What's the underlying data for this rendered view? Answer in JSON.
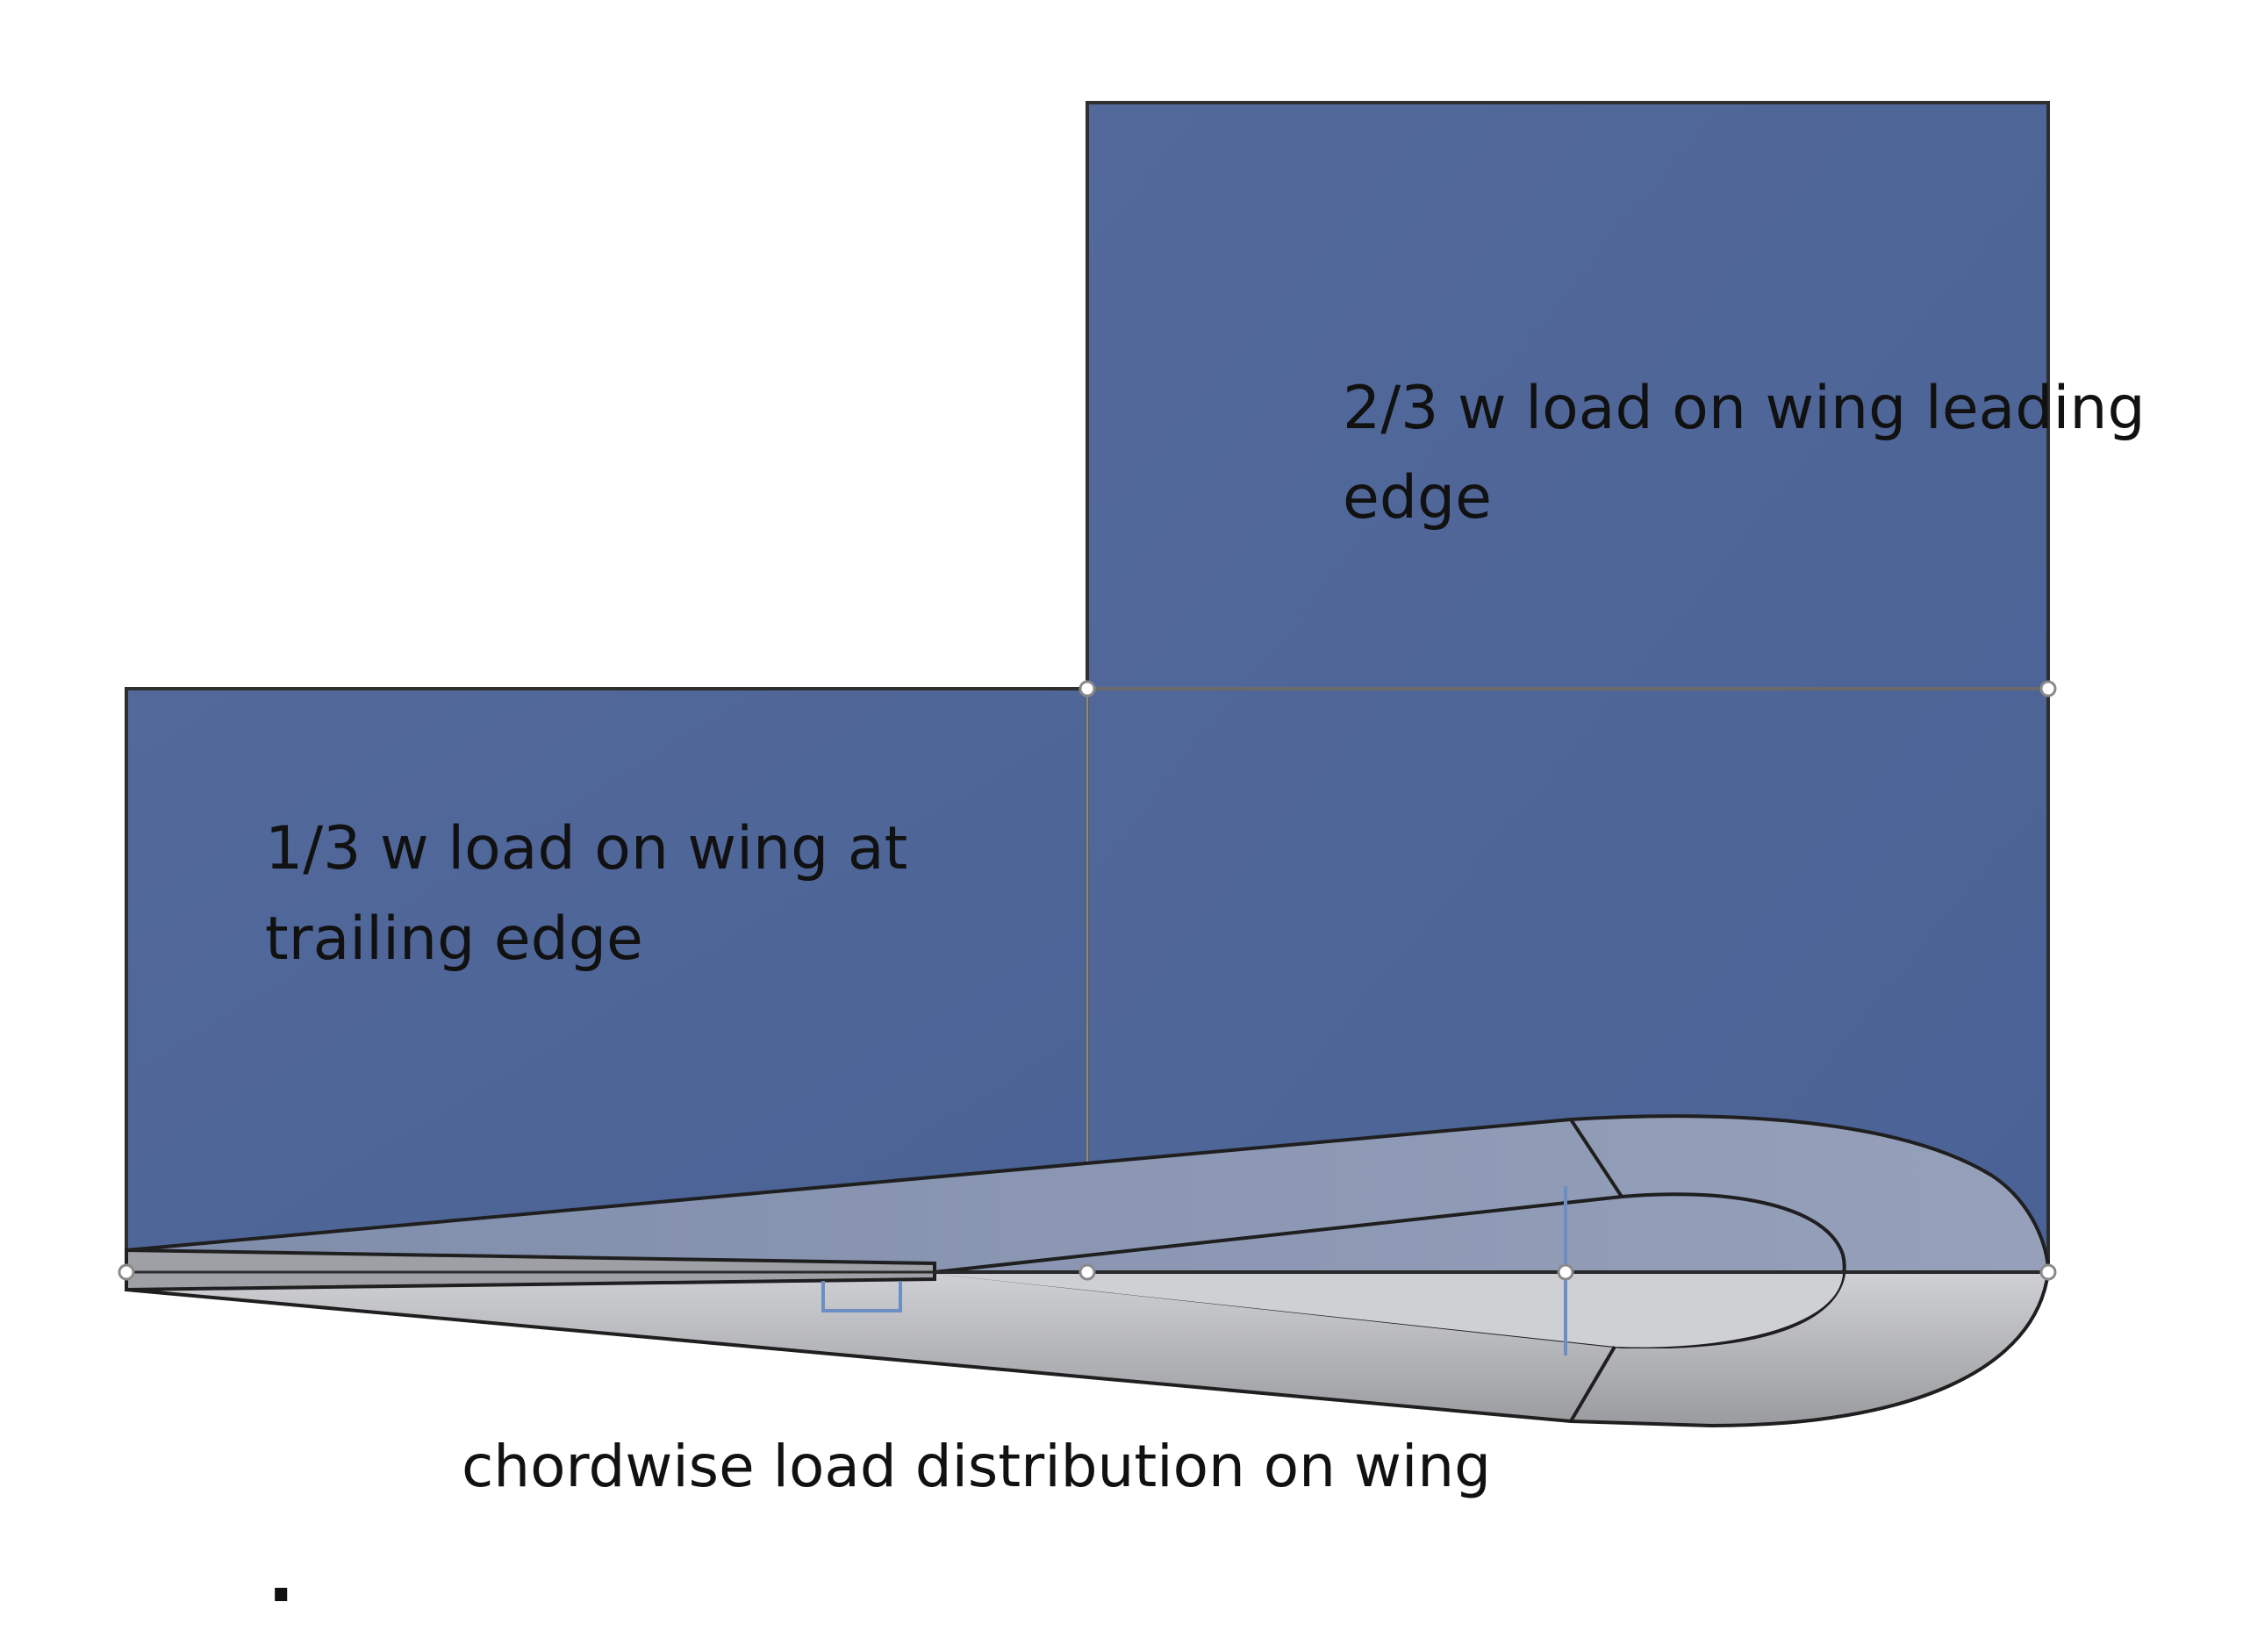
{
  "diagram": {
    "leading_edge_label_line1": "2/3 w load on wing leading",
    "leading_edge_label_line2": "edge",
    "trailing_edge_label_line1": "1/3 w load on wing at",
    "trailing_edge_label_line2": "trailing edge",
    "caption": "chordwise load distribution on wing",
    "stray_mark": "."
  },
  "colors": {
    "load_block": "#4e6699",
    "airfoil_upper": "#8894b0",
    "airfoil_lower": "#b5b6ba",
    "airfoil_core": "#cfd0d3",
    "outline": "#2a2a2a",
    "accent": "#6b8fc4"
  }
}
